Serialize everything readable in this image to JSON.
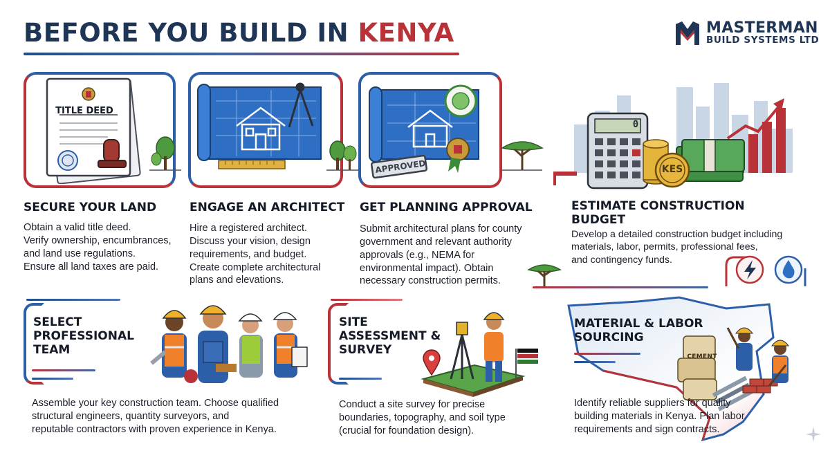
{
  "header": {
    "title_main": "BEFORE YOU BUILD IN",
    "title_accent": "KENYA"
  },
  "logo": {
    "line1": "MASTERMAN",
    "line2": "BUILD SYSTEMS LTD"
  },
  "steps": [
    {
      "heading": "SECURE YOUR LAND",
      "body": [
        "Obtain a valid title deed.",
        "Verify ownership, encumbrances,",
        "and land use regulations.",
        "Ensure all land taxes are paid."
      ],
      "badge_text": "TITLE DEED"
    },
    {
      "heading": "ENGAGE AN ARCHITECT",
      "body": [
        "Hire a registered architect.",
        "Discuss your vision, design",
        "requirements, and budget.",
        "Create complete architectural",
        "plans and elevations."
      ]
    },
    {
      "heading": "GET PLANNING APPROVAL",
      "body": [
        "Submit architectural plans for county",
        "government and relevant authority",
        "approvals (e.g., NEMA for",
        "environmental impact). Obtain",
        "necessary construction permits."
      ],
      "badge_text": "APPROVED"
    },
    {
      "heading_lines": [
        "ESTIMATE CONSTRUCTION",
        "BUDGET"
      ],
      "body": [
        "Develop a detailed construction budget including",
        "materials, labor, permits, professional fees,",
        "and contingency funds."
      ],
      "calculator_display": "0",
      "coin_label": "KES"
    },
    {
      "heading_lines": [
        "SELECT",
        "PROFESSIONAL",
        "TEAM"
      ],
      "body": [
        "Assemble your key construction team. Choose qualified",
        "structural engineers, quantity surveyors, and",
        "reputable contractors with proven experience in Kenya."
      ]
    },
    {
      "heading_lines": [
        "SITE",
        "ASSESSMENT &",
        "SURVEY"
      ],
      "body": [
        "Conduct a site survey for precise",
        "boundaries, topography, and soil type",
        "(crucial for foundation design)."
      ]
    },
    {
      "heading_lines": [
        "MATERIAL & LABOR",
        "SOURCING"
      ],
      "body": [
        "Identify reliable suppliers for quality",
        "building materials in Kenya. Plan labor",
        "requirements and sign contracts."
      ],
      "sack_label": "CEMENT"
    }
  ],
  "colors": {
    "navy": "#1f3556",
    "brand_red": "#b83238",
    "brand_blue": "#2c5fa8",
    "blueprint": "#2e6fc4"
  }
}
